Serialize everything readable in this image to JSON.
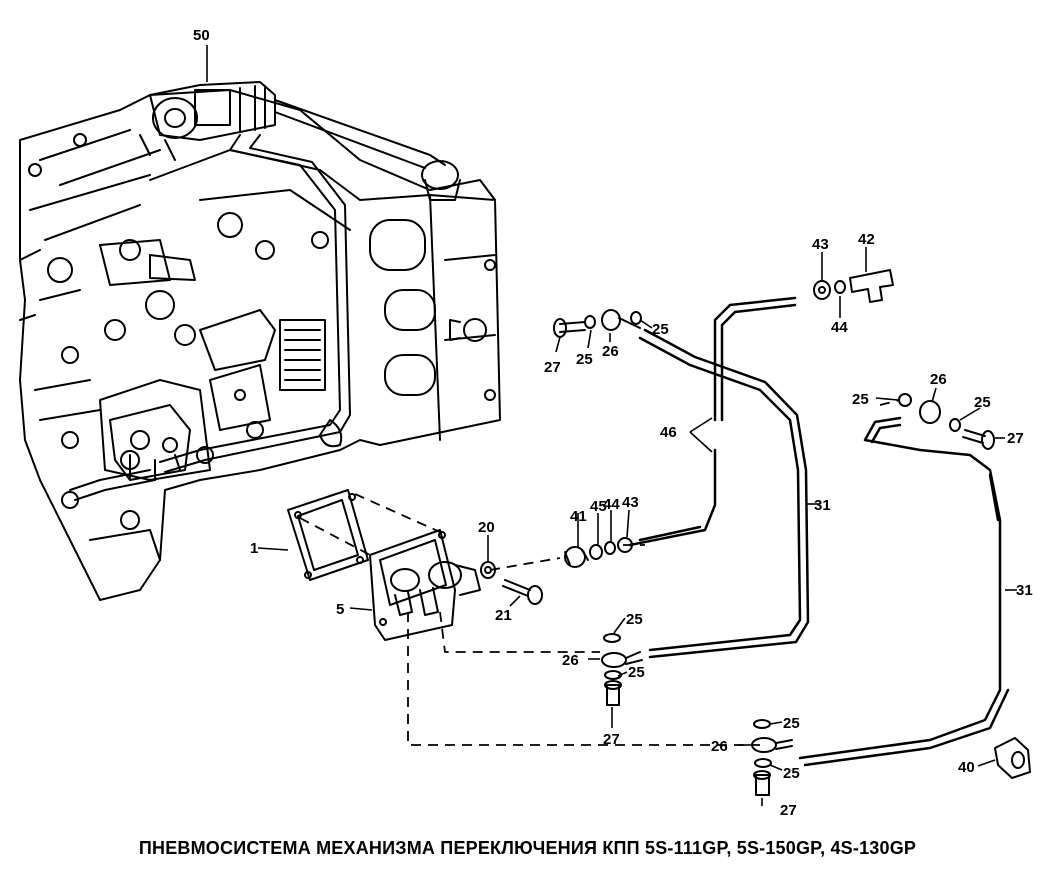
{
  "caption": "ПНЕВМОСИСТЕМА МЕХАНИЗМА ПЕРЕКЛЮЧЕНИЯ КПП 5S-111GP, 5S-150GP, 4S-130GP",
  "labels": {
    "l50": "50",
    "l43a": "43",
    "l42": "42",
    "l44a": "44",
    "l25a": "25",
    "l27a": "27",
    "l25b": "25",
    "l26a": "26",
    "l46": "46",
    "l25c": "25",
    "l26b": "26",
    "l25d": "25",
    "l27b": "27",
    "l31a": "31",
    "l31b": "31",
    "l1": "1",
    "l20": "20",
    "l41": "41",
    "l45": "45",
    "l44b": "44",
    "l43b": "43",
    "l5": "5",
    "l21": "21",
    "l25e": "25",
    "l26c": "26",
    "l25f": "25",
    "l27c": "27",
    "l25g": "25",
    "l26d": "26",
    "l25h": "25",
    "l27d": "27",
    "l40": "40"
  }
}
